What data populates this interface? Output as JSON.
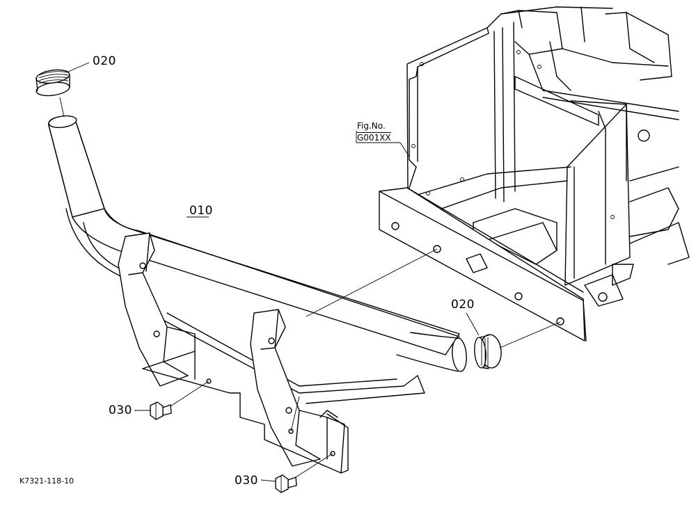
{
  "callouts": {
    "part_010": "010",
    "part_020_top": "020",
    "part_020_right": "020",
    "part_030_left": "030",
    "part_030_bottom": "030"
  },
  "figure_reference": {
    "line1": "Fig.No.",
    "line2": "G001XX"
  },
  "drawing_code": "K7321-118-10",
  "colors": {
    "ink": "#000000",
    "paper": "#ffffff"
  }
}
